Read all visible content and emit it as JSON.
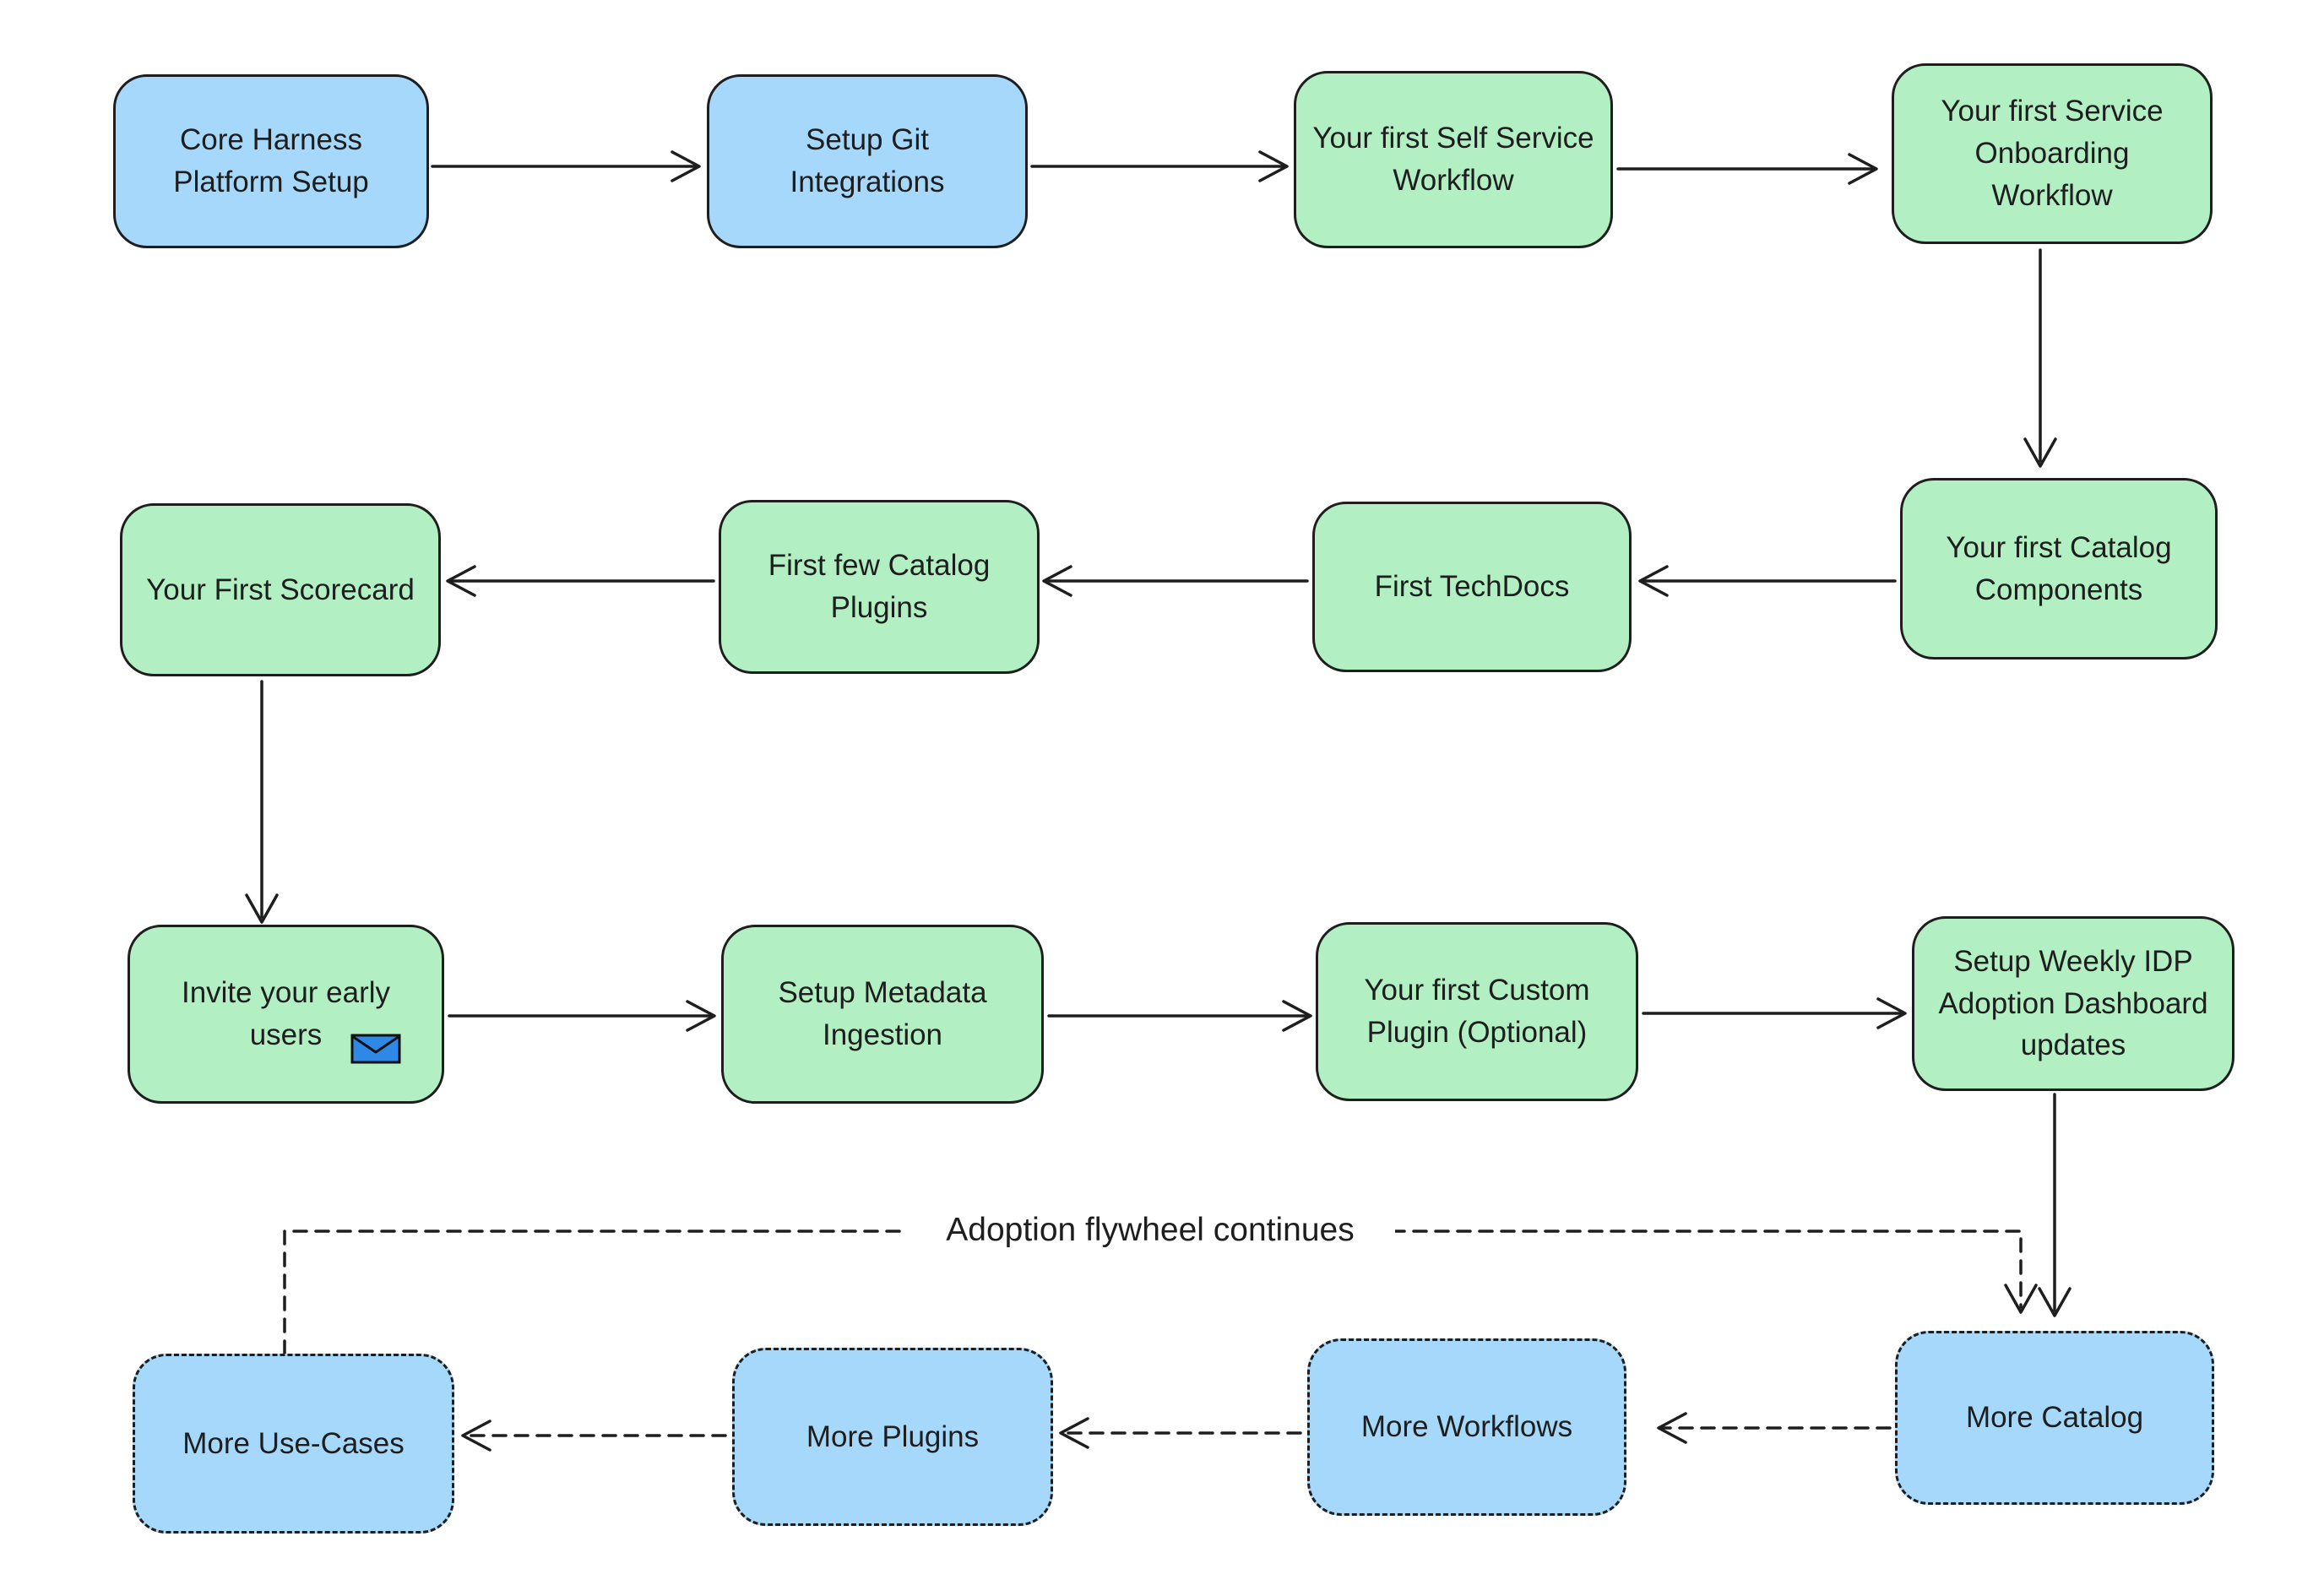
{
  "diagram": {
    "flywheel_label": "Adoption flywheel continues",
    "colors": {
      "node_blue": "#a5d8fa",
      "node_green": "#b2efc3",
      "stroke": "#1e1e1e",
      "envelope_blue": "#2d89e5"
    },
    "nodes": [
      {
        "id": "core-harness-platform-setup",
        "label": "Core Harness\nPlatform Setup",
        "fill": "blue",
        "border": "solid"
      },
      {
        "id": "setup-git-integrations",
        "label": "Setup Git\nIntegrations",
        "fill": "blue",
        "border": "solid"
      },
      {
        "id": "first-self-service-workflow",
        "label": "Your first Self Service\nWorkflow",
        "fill": "green",
        "border": "solid"
      },
      {
        "id": "first-service-onboarding-workflow",
        "label": "Your first Service\nOnboarding\nWorkflow",
        "fill": "green",
        "border": "solid"
      },
      {
        "id": "first-catalog-components",
        "label": "Your first Catalog\nComponents",
        "fill": "green",
        "border": "solid"
      },
      {
        "id": "first-techdocs",
        "label": "First TechDocs",
        "fill": "green",
        "border": "solid"
      },
      {
        "id": "first-few-catalog-plugins",
        "label": "First few Catalog\nPlugins",
        "fill": "green",
        "border": "solid"
      },
      {
        "id": "first-scorecard",
        "label": "Your First Scorecard",
        "fill": "green",
        "border": "solid"
      },
      {
        "id": "invite-early-users",
        "label": "Invite your early\nusers",
        "fill": "green",
        "border": "solid",
        "icon": "envelope-icon"
      },
      {
        "id": "setup-metadata-ingestion",
        "label": "Setup Metadata\nIngestion",
        "fill": "green",
        "border": "solid"
      },
      {
        "id": "first-custom-plugin",
        "label": "Your first Custom\nPlugin (Optional)",
        "fill": "green",
        "border": "solid"
      },
      {
        "id": "weekly-idp-adoption-dashboard",
        "label": "Setup Weekly IDP\nAdoption Dashboard\nupdates",
        "fill": "green",
        "border": "solid"
      },
      {
        "id": "more-catalog",
        "label": "More Catalog",
        "fill": "blue",
        "border": "dashed"
      },
      {
        "id": "more-workflows",
        "label": "More Workflows",
        "fill": "blue",
        "border": "dashed"
      },
      {
        "id": "more-plugins",
        "label": "More Plugins",
        "fill": "blue",
        "border": "dashed"
      },
      {
        "id": "more-use-cases",
        "label": "More Use-Cases",
        "fill": "blue",
        "border": "dashed"
      }
    ],
    "edges": [
      {
        "from": "core-harness-platform-setup",
        "to": "setup-git-integrations",
        "style": "solid"
      },
      {
        "from": "setup-git-integrations",
        "to": "first-self-service-workflow",
        "style": "solid"
      },
      {
        "from": "first-self-service-workflow",
        "to": "first-service-onboarding-workflow",
        "style": "solid"
      },
      {
        "from": "first-service-onboarding-workflow",
        "to": "first-catalog-components",
        "style": "solid"
      },
      {
        "from": "first-catalog-components",
        "to": "first-techdocs",
        "style": "solid"
      },
      {
        "from": "first-techdocs",
        "to": "first-few-catalog-plugins",
        "style": "solid"
      },
      {
        "from": "first-few-catalog-plugins",
        "to": "first-scorecard",
        "style": "solid"
      },
      {
        "from": "first-scorecard",
        "to": "invite-early-users",
        "style": "solid"
      },
      {
        "from": "invite-early-users",
        "to": "setup-metadata-ingestion",
        "style": "solid"
      },
      {
        "from": "setup-metadata-ingestion",
        "to": "first-custom-plugin",
        "style": "solid"
      },
      {
        "from": "first-custom-plugin",
        "to": "weekly-idp-adoption-dashboard",
        "style": "solid"
      },
      {
        "from": "weekly-idp-adoption-dashboard",
        "to": "more-catalog",
        "style": "solid"
      },
      {
        "from": "more-catalog",
        "to": "more-workflows",
        "style": "dashed"
      },
      {
        "from": "more-workflows",
        "to": "more-plugins",
        "style": "dashed"
      },
      {
        "from": "more-plugins",
        "to": "more-use-cases",
        "style": "dashed"
      },
      {
        "from": "more-use-cases",
        "to": "more-catalog",
        "style": "dashed",
        "label": "Adoption flywheel continues"
      }
    ]
  }
}
